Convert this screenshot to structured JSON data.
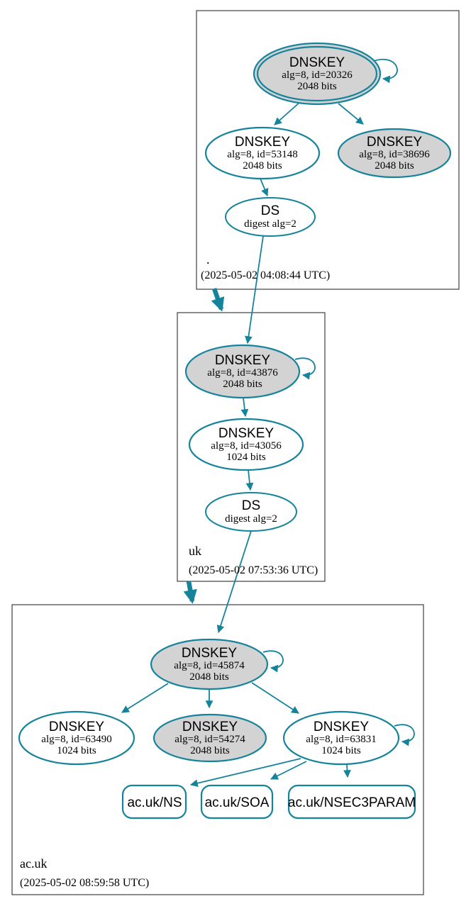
{
  "diagram_type": "DNSSEC authentication chain",
  "colors": {
    "edge_teal": "#15839b",
    "node_fill_gray": "#d3d3d3",
    "node_fill_white": "#ffffff",
    "cluster_border": "#404040",
    "text": "#000000"
  },
  "zones": {
    "root": {
      "label": ".",
      "timestamp": "(2025-05-02 04:08:44 UTC)",
      "nodes": {
        "ksk": {
          "title": "DNSKEY",
          "detail": "alg=8, id=20326",
          "bits": "2048 bits"
        },
        "zsk": {
          "title": "DNSKEY",
          "detail": "alg=8, id=53148",
          "bits": "2048 bits"
        },
        "key38696": {
          "title": "DNSKEY",
          "detail": "alg=8, id=38696",
          "bits": "2048 bits"
        },
        "ds": {
          "title": "DS",
          "detail": "digest alg=2"
        }
      }
    },
    "uk": {
      "label": "uk",
      "timestamp": "(2025-05-02 07:53:36 UTC)",
      "nodes": {
        "ksk": {
          "title": "DNSKEY",
          "detail": "alg=8, id=43876",
          "bits": "2048 bits"
        },
        "zsk": {
          "title": "DNSKEY",
          "detail": "alg=8, id=43056",
          "bits": "1024 bits"
        },
        "ds": {
          "title": "DS",
          "detail": "digest alg=2"
        }
      }
    },
    "acuk": {
      "label": "ac.uk",
      "timestamp": "(2025-05-02 08:59:58 UTC)",
      "nodes": {
        "ksk": {
          "title": "DNSKEY",
          "detail": "alg=8, id=45874",
          "bits": "2048 bits"
        },
        "key63490": {
          "title": "DNSKEY",
          "detail": "alg=8, id=63490",
          "bits": "1024 bits"
        },
        "key54274": {
          "title": "DNSKEY",
          "detail": "alg=8, id=54274",
          "bits": "2048 bits"
        },
        "key63831": {
          "title": "DNSKEY",
          "detail": "alg=8, id=63831",
          "bits": "1024 bits"
        }
      },
      "rrsets": {
        "ns": {
          "label": "ac.uk/NS"
        },
        "soa": {
          "label": "ac.uk/SOA"
        },
        "nsec3param": {
          "label": "ac.uk/NSEC3PARAM"
        }
      }
    }
  }
}
